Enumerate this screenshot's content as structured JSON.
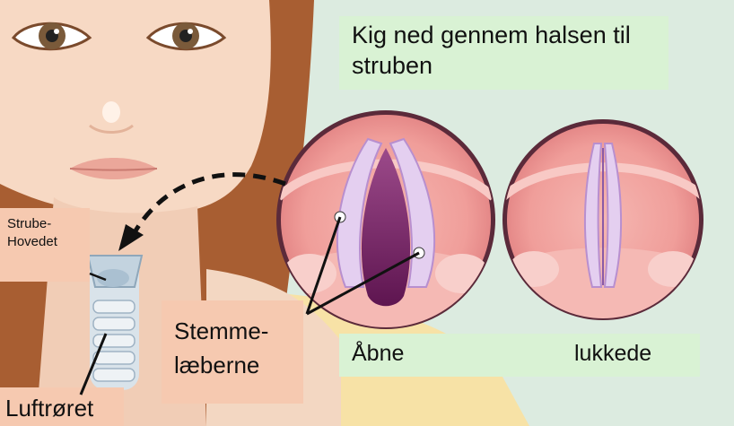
{
  "title": {
    "line1": "Kig ned gennem halsen til",
    "line2": "struben"
  },
  "labels": {
    "larynx_line1": "Strube-",
    "larynx_line2": "Hovedet",
    "vocal_line1": "Stemme-",
    "vocal_line2": "læberne",
    "open": "Åbne",
    "closed": "lukkede",
    "trachea": "Luftrøret"
  },
  "colors": {
    "background": "#dcebe0",
    "label_box_green": "#d9f2d4",
    "label_box_salmon": "#f6c9b0",
    "skin": "#f7d9c4",
    "hair": "#a85e32",
    "throat_pink": "#f2a7a3",
    "vocal_fold": "#d9b8e8",
    "glottis_open": "#6b1d5c"
  },
  "icons": [
    "dashed-arrow",
    "pointer-lines",
    "girl-face",
    "larynx-illustration"
  ]
}
